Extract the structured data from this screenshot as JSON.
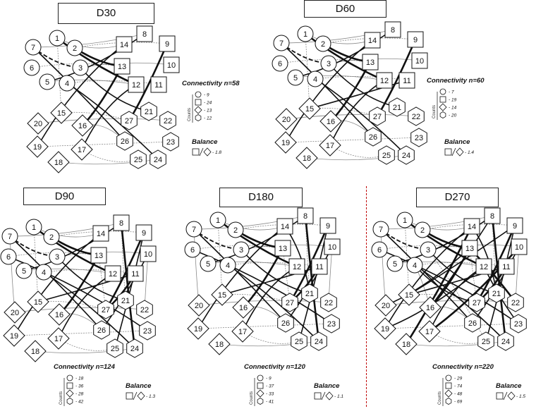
{
  "panels": [
    {
      "title": "D30",
      "connectivity_label": "Connectivity n=58",
      "counts_axis_label": "Counts",
      "counts": [
        {
          "shape": "circle",
          "value": "9"
        },
        {
          "shape": "square",
          "value": "24"
        },
        {
          "shape": "diamond",
          "value": "13"
        },
        {
          "shape": "hexagon",
          "value": "12"
        }
      ],
      "balance_label": "Balance",
      "balance_value": "1.8"
    },
    {
      "title": "D60",
      "connectivity_label": "Connectivity n=60",
      "counts_axis_label": "Counts",
      "counts": [
        {
          "shape": "circle",
          "value": "7"
        },
        {
          "shape": "square",
          "value": "19"
        },
        {
          "shape": "diamond",
          "value": "14"
        },
        {
          "shape": "hexagon",
          "value": "20"
        }
      ],
      "balance_label": "Balance",
      "balance_value": "1.4"
    },
    {
      "title": "D90",
      "connectivity_label": "Connectivity n=124",
      "counts_axis_label": "Counts",
      "counts": [
        {
          "shape": "circle",
          "value": "18"
        },
        {
          "shape": "square",
          "value": "36"
        },
        {
          "shape": "diamond",
          "value": "28"
        },
        {
          "shape": "hexagon",
          "value": "42"
        }
      ],
      "balance_label": "Balance",
      "balance_value": "1.3"
    },
    {
      "title": "D180",
      "connectivity_label": "Connectivity n=120",
      "counts_axis_label": "Counts",
      "counts": [
        {
          "shape": "circle",
          "value": "9"
        },
        {
          "shape": "square",
          "value": "37"
        },
        {
          "shape": "diamond",
          "value": "33"
        },
        {
          "shape": "hexagon",
          "value": "41"
        }
      ],
      "balance_label": "Balance",
      "balance_value": "1.1"
    },
    {
      "title": "D270",
      "connectivity_label": "Connectivity n=220",
      "counts_axis_label": "Counts",
      "counts": [
        {
          "shape": "circle",
          "value": "29"
        },
        {
          "shape": "square",
          "value": "74"
        },
        {
          "shape": "diamond",
          "value": "48"
        },
        {
          "shape": "hexagon",
          "value": "69"
        }
      ],
      "balance_label": "Balance",
      "balance_value": "1.5"
    }
  ],
  "node_shapes": {
    "circle": [
      "1",
      "2",
      "3",
      "4",
      "5",
      "6",
      "7"
    ],
    "square": [
      "8",
      "9",
      "10",
      "11",
      "12",
      "13",
      "14"
    ],
    "diamond": [
      "15",
      "16",
      "17",
      "18",
      "19",
      "20"
    ],
    "hexagon": [
      "21",
      "22",
      "23",
      "24",
      "25",
      "26",
      "27"
    ]
  },
  "colors": {
    "line": "#111111",
    "weak_line": "#8a8a8a",
    "divider": "#c00000"
  }
}
